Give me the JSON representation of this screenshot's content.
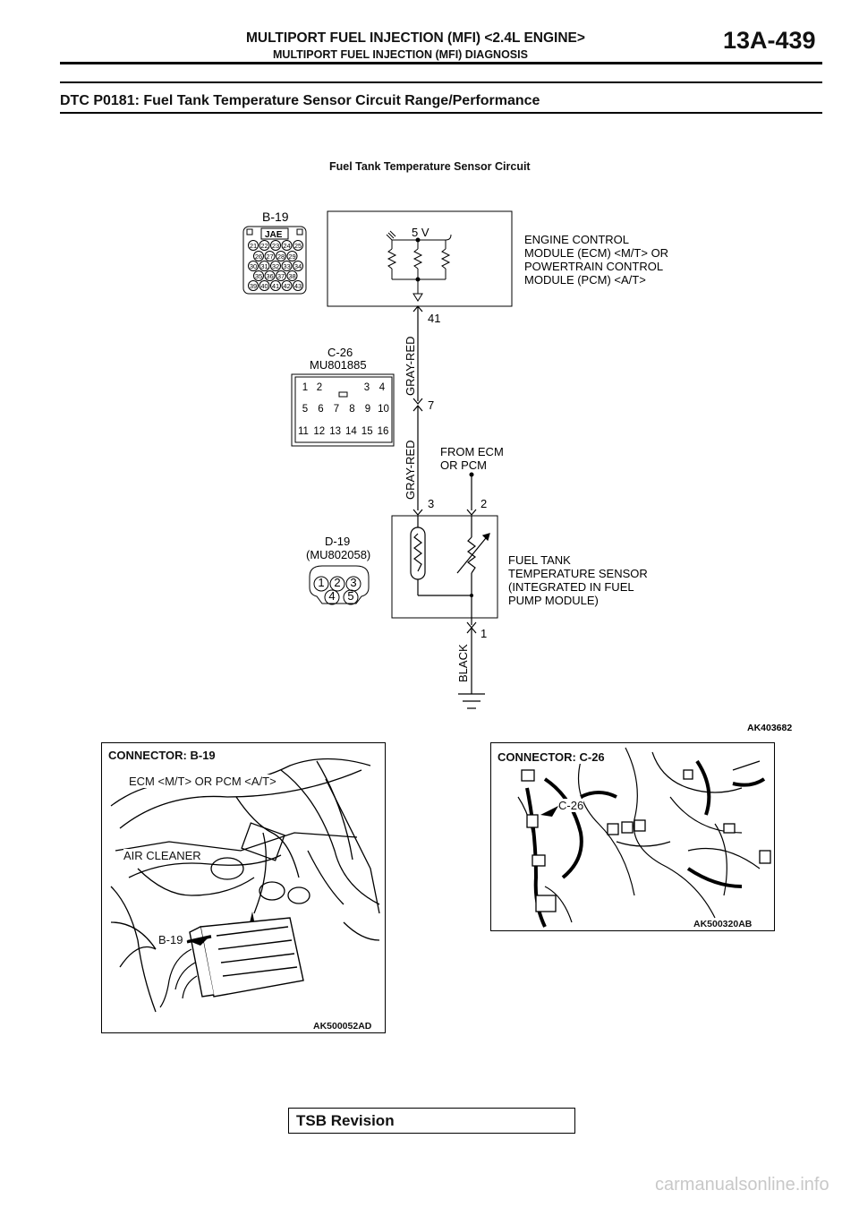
{
  "header": {
    "title": "MULTIPORT FUEL INJECTION (MFI) <2.4L ENGINE>",
    "subtitle": "MULTIPORT FUEL INJECTION (MFI) DIAGNOSIS",
    "page_number": "13A-439"
  },
  "dtc_title": "DTC P0181: Fuel Tank Temperature Sensor Circuit Range/Performance",
  "diagram": {
    "title": "Fuel Tank Temperature Sensor Circuit",
    "figure_id": "AK403682",
    "b19": {
      "label": "B-19",
      "brand": "JAE",
      "pins_row1": [
        "21",
        "22",
        "23",
        "24",
        "25"
      ],
      "pins_row2": [
        "26",
        "27",
        "28",
        "29"
      ],
      "pins_row3": [
        "30",
        "31",
        "32",
        "33",
        "34"
      ],
      "pins_row4": [
        "35",
        "36",
        "37",
        "38"
      ],
      "pins_row5": [
        "39",
        "40",
        "41",
        "42",
        "43"
      ]
    },
    "ecm_label": [
      "ENGINE CONTROL",
      "MODULE (ECM) <M/T> OR",
      "POWERTRAIN CONTROL",
      "MODULE (PCM) <A/T>"
    ],
    "voltage": "5 V",
    "pin_41": "41",
    "wire_gray_red_1": "GRAY-RED",
    "wire_gray_red_2": "GRAY-RED",
    "wire_black": "BLACK",
    "pin_7": "7",
    "pin_3": "3",
    "pin_2": "2",
    "pin_1": "1",
    "from_ecm": [
      "FROM ECM",
      "OR PCM"
    ],
    "c26": {
      "label": "C-26",
      "part": "MU801885",
      "row1": [
        "1",
        "2",
        "3",
        "4"
      ],
      "row2": [
        "5",
        "6",
        "7",
        "8",
        "9",
        "10"
      ],
      "row3": [
        "11",
        "12",
        "13",
        "14",
        "15",
        "16"
      ]
    },
    "d19": {
      "label": "D-19",
      "part": "(MU802058)",
      "row1": [
        "1",
        "2",
        "3"
      ],
      "row2": [
        "4",
        "5"
      ]
    },
    "sensor_label": [
      "FUEL TANK",
      "TEMPERATURE SENSOR",
      "(INTEGRATED IN FUEL",
      "PUMP MODULE)"
    ]
  },
  "photo_left": {
    "title": "CONNECTOR: B-19",
    "label_ecm": "ECM <M/T> OR PCM <A/T>",
    "label_air": "AIR CLEANER",
    "label_b19": "B-19",
    "figure_id": "AK500052AD"
  },
  "photo_right": {
    "title": "CONNECTOR: C-26",
    "label_c26": "C-26",
    "figure_id": "AK500320AB"
  },
  "footer": {
    "tsb": "TSB Revision",
    "watermark": "carmanualsonline.info"
  }
}
